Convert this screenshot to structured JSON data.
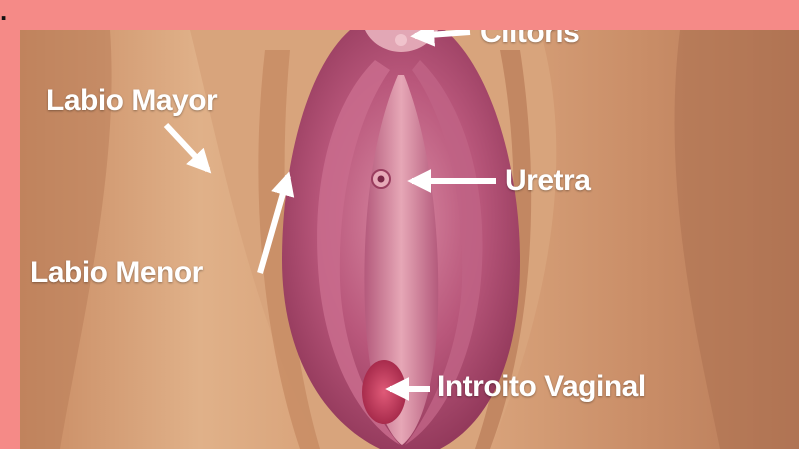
{
  "header": {
    "corner_glyph": "."
  },
  "diagram": {
    "labels": {
      "clitoris": "Clítoris",
      "labio_mayor": "Labio Mayor",
      "labio_menor": "Labio Menor",
      "uretra": "Uretra",
      "introito_vaginal": "Introito Vaginal"
    },
    "colors": {
      "page_background": "#f58a87",
      "skin": "#d9a57b",
      "mucosa": "#b8567a",
      "label_text": "#ffffff"
    }
  }
}
